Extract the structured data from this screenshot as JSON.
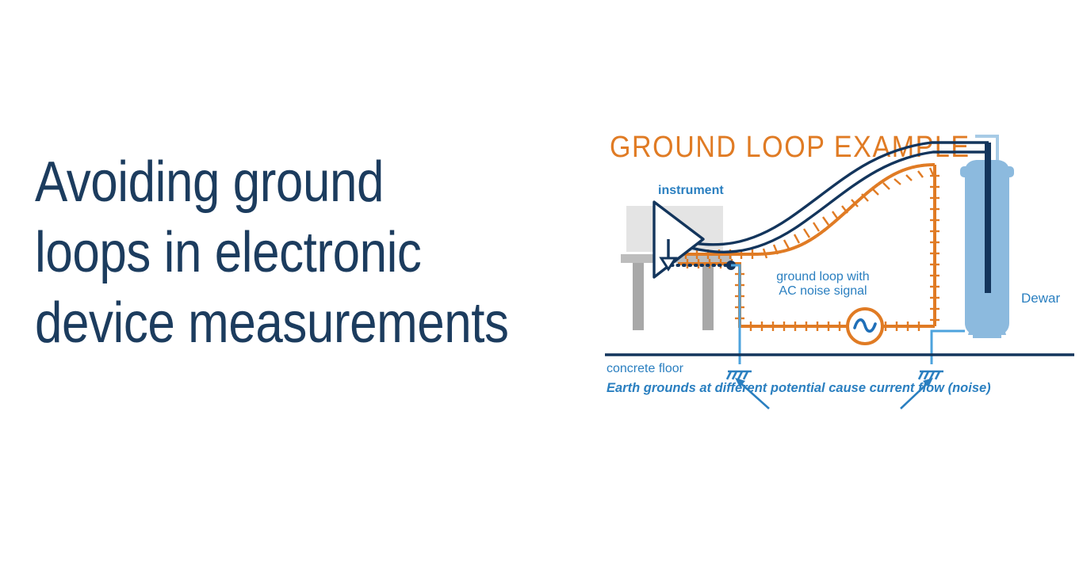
{
  "colors": {
    "headline_navy": "#1c3c5e",
    "diagram_orange": "#e07b24",
    "diagram_navy": "#13355c",
    "label_blue": "#2a7fc0",
    "dewar_fill": "#8cbade",
    "dewar_neck": "#a7cbe6",
    "table_gray": "#a8a8a8",
    "table_top_gray": "#bcbcbc",
    "instrument_box_gray": "#e2e2e2",
    "background": "#ffffff"
  },
  "headline": {
    "line1": "Avoiding ground",
    "line2": "loops in electronic",
    "line3": "device measurements"
  },
  "diagram": {
    "title": "GROUND LOOP EXAMPLE",
    "labels": {
      "instrument": "instrument",
      "concrete_floor": "concrete floor",
      "ground_loop_line1": "ground loop with",
      "ground_loop_line2": "AC noise signal",
      "dewar": "Dewar"
    },
    "caption": "Earth grounds at different potential cause current flow (noise)",
    "icons": {
      "amplifier": "amplifier-triangle-icon",
      "chassis_ground": "chassis-ground-icon",
      "earth_ground_left": "earth-ground-icon",
      "earth_ground_right": "earth-ground-icon",
      "ac_source": "ac-sine-source-icon",
      "arrow_left": "arrow-icon",
      "arrow_right": "arrow-icon"
    }
  }
}
